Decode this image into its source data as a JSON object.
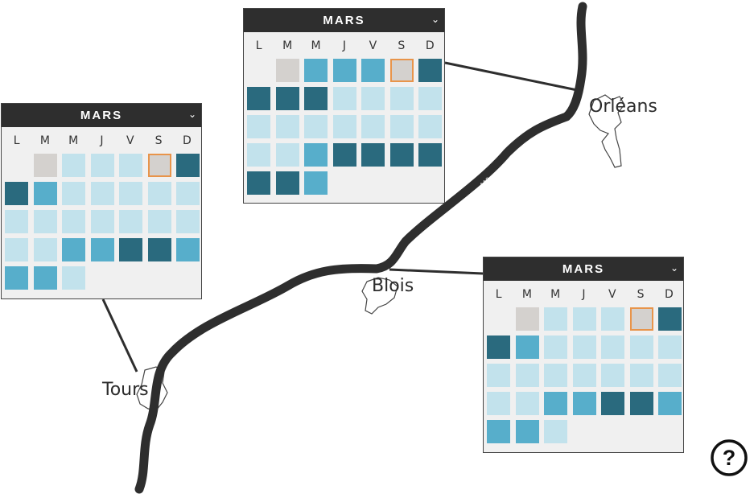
{
  "cities": [
    {
      "id": "orleans",
      "name": "Orléans"
    },
    {
      "id": "blois",
      "name": "Blois"
    },
    {
      "id": "tours",
      "name": "Tours"
    }
  ],
  "highway": {
    "label": "A10"
  },
  "calendars": [
    {
      "id": "tours",
      "month": "MARS",
      "weekdays": [
        "L",
        "M",
        "M",
        "J",
        "V",
        "S",
        "D"
      ],
      "cells": [
        "empty",
        "grey",
        "light",
        "light",
        "light",
        "today",
        "dark",
        "dark",
        "mid",
        "light",
        "light",
        "light",
        "light",
        "light",
        "light",
        "light",
        "light",
        "light",
        "light",
        "light",
        "light",
        "light",
        "light",
        "mid",
        "mid",
        "dark",
        "dark",
        "mid",
        "mid",
        "mid",
        "light"
      ]
    },
    {
      "id": "orleans",
      "month": "MARS",
      "weekdays": [
        "L",
        "M",
        "M",
        "J",
        "V",
        "S",
        "D"
      ],
      "cells": [
        "empty",
        "grey",
        "mid",
        "mid",
        "mid",
        "today",
        "dark",
        "dark",
        "dark",
        "dark",
        "light",
        "light",
        "light",
        "light",
        "light",
        "light",
        "light",
        "light",
        "light",
        "light",
        "light",
        "light",
        "light",
        "mid",
        "dark",
        "dark",
        "dark",
        "dark",
        "dark",
        "dark",
        "mid"
      ]
    },
    {
      "id": "blois",
      "month": "MARS",
      "weekdays": [
        "L",
        "M",
        "M",
        "J",
        "V",
        "S",
        "D"
      ],
      "cells": [
        "empty",
        "grey",
        "light",
        "light",
        "light",
        "today",
        "dark",
        "dark",
        "mid",
        "light",
        "light",
        "light",
        "light",
        "light",
        "light",
        "light",
        "light",
        "light",
        "light",
        "light",
        "light",
        "light",
        "light",
        "mid",
        "mid",
        "dark",
        "dark",
        "mid",
        "mid",
        "mid",
        "light"
      ]
    }
  ],
  "help": {
    "icon": "question-icon",
    "glyph": "?"
  }
}
